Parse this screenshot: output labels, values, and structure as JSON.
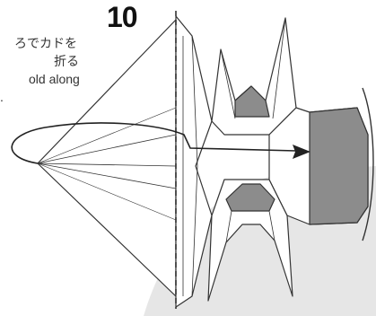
{
  "step": {
    "number": "10"
  },
  "instructions": {
    "jp_line1": "ろでカドを",
    "jp_line2": "折る",
    "en_line1": "old along",
    "en_line2": "."
  },
  "colors": {
    "line": "#333333",
    "paper_front": "#ffffff",
    "paper_shade": "#8c8c8c",
    "background_swoosh": "#e6e6e6",
    "dashed_fold": "#333333"
  }
}
